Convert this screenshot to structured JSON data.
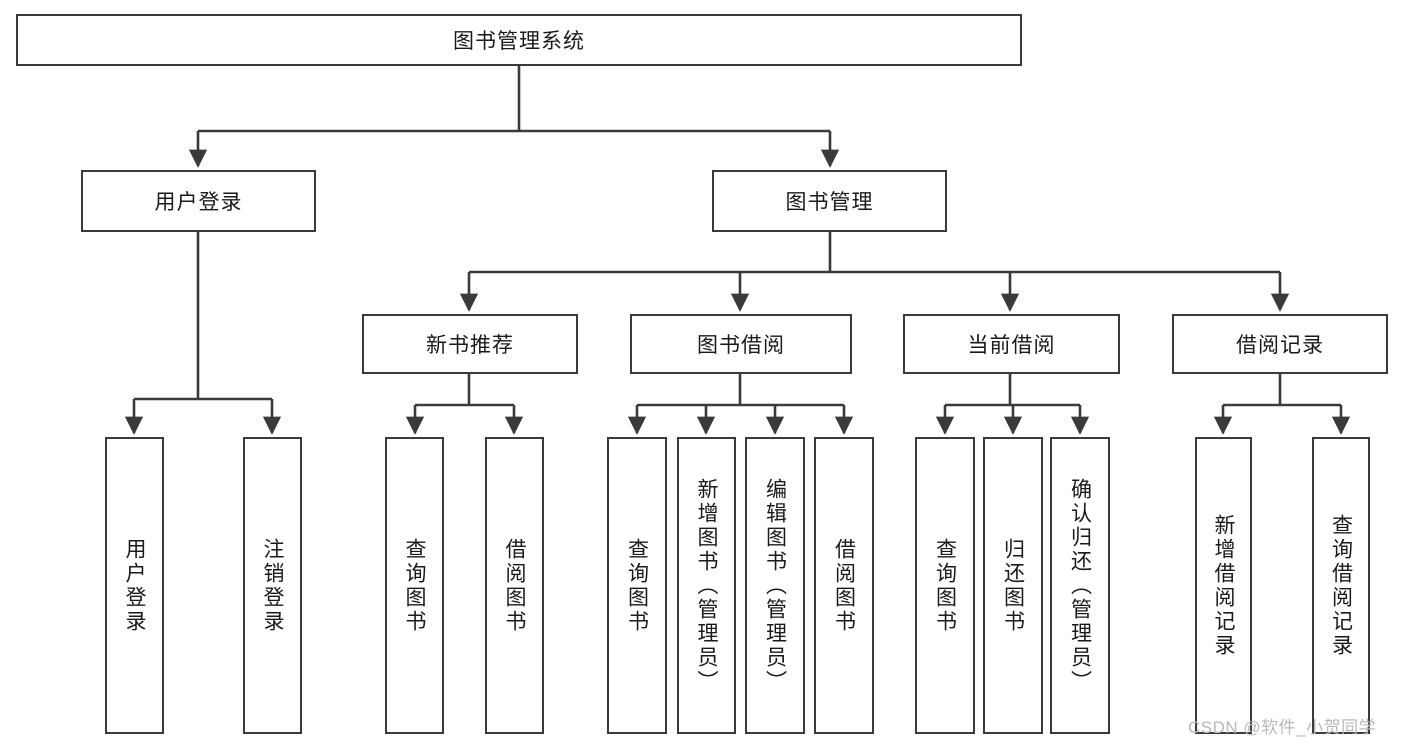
{
  "diagram": {
    "type": "tree-hierarchy",
    "title": "图书管理系统",
    "root": {
      "label": "图书管理系统"
    },
    "level2": [
      {
        "label": "用户登录"
      },
      {
        "label": "图书管理"
      }
    ],
    "level3": [
      {
        "label": "新书推荐"
      },
      {
        "label": "图书借阅"
      },
      {
        "label": "当前借阅"
      },
      {
        "label": "借阅记录"
      }
    ],
    "leaves": {
      "user_login": [
        {
          "label": "用户登录"
        },
        {
          "label": "注销登录"
        }
      ],
      "new_book_recommend": [
        {
          "label": "查询图书"
        },
        {
          "label": "借阅图书"
        }
      ],
      "book_borrow": [
        {
          "label": "查询图书"
        },
        {
          "label": "新增图书（管理员）"
        },
        {
          "label": "编辑图书（管理员）"
        },
        {
          "label": "借阅图书"
        }
      ],
      "current_borrow": [
        {
          "label": "查询图书"
        },
        {
          "label": "归还图书"
        },
        {
          "label": "确认归还（管理员）"
        }
      ],
      "borrow_record": [
        {
          "label": "新增借阅记录"
        },
        {
          "label": "查询借阅记录"
        }
      ]
    },
    "colors": {
      "stroke": "#3a3a3a",
      "fill": "#ffffff",
      "text": "#1a1a1a",
      "watermark": "#b9b9b9"
    }
  },
  "watermark": {
    "text": "CSDN @软件_小贺同学"
  }
}
